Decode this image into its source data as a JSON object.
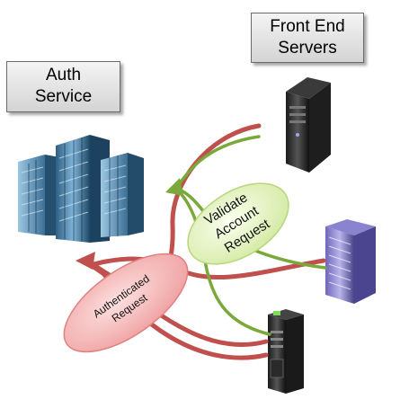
{
  "auth_service": {
    "line1": "Auth",
    "line2": "Service"
  },
  "front_end_servers": {
    "line1": "Front End",
    "line2": "Servers"
  },
  "validate_request": {
    "line1": "Validate",
    "line2": "Account",
    "line3": "Request"
  },
  "authenticated_request": {
    "line1": "Authenticated",
    "line2": "Request"
  },
  "colors": {
    "validate_arrow": "#7aa83a",
    "authenticated_arrow": "#c0504d",
    "validate_ellipse": "#e6f4c4",
    "authenticated_ellipse": "#f4b3b3"
  },
  "icons": [
    "office-building-icon",
    "tower-server-icon",
    "rack-server-icon",
    "tower-server-icon"
  ]
}
